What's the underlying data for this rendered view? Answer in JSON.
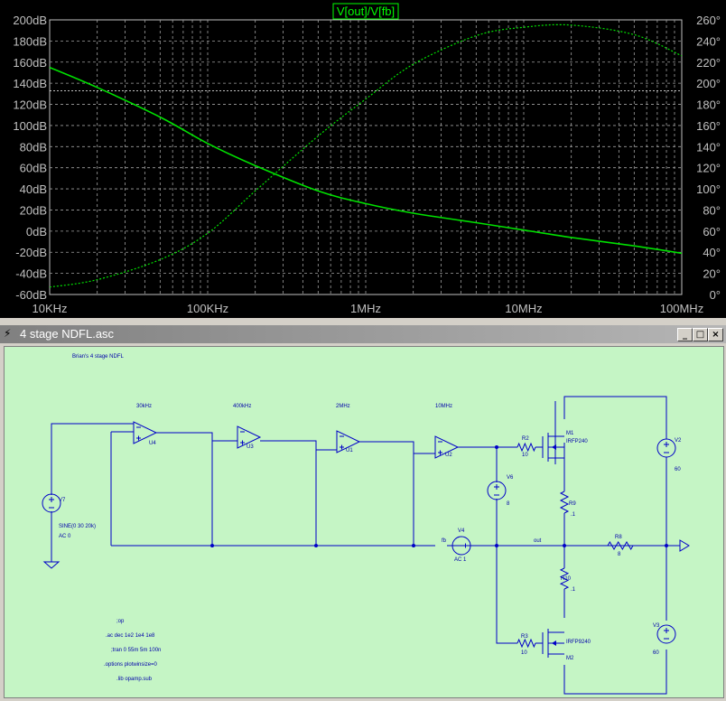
{
  "chart_data": {
    "type": "line",
    "title": "V[out]/V[fb]",
    "x_scale": "log",
    "xlim": [
      10000,
      100000000
    ],
    "x_tick_labels": [
      "10KHz",
      "100KHz",
      "1MHz",
      "10MHz",
      "100MHz"
    ],
    "ylim_left": [
      -60,
      200
    ],
    "y_left_tick_labels": [
      "200dB",
      "180dB",
      "160dB",
      "140dB",
      "120dB",
      "100dB",
      "80dB",
      "60dB",
      "40dB",
      "20dB",
      "0dB",
      "-20dB",
      "-40dB",
      "-60dB"
    ],
    "ylim_right": [
      0,
      260
    ],
    "y_right_tick_labels": [
      "260°",
      "240°",
      "220°",
      "200°",
      "180°",
      "160°",
      "140°",
      "120°",
      "100°",
      "80°",
      "60°",
      "40°",
      "20°",
      "0°"
    ],
    "grid": true,
    "cursor_level_db": 133,
    "series": [
      {
        "axis": "left",
        "style": "solid",
        "color": "#00e000",
        "x": [
          10000,
          20000,
          50000,
          100000,
          200000,
          500000,
          1000000,
          2000000,
          5000000,
          10000000,
          20000000,
          50000000,
          100000000
        ],
        "y": [
          155,
          136,
          108,
          83,
          62,
          38,
          26,
          17,
          8,
          1,
          -6,
          -14,
          -21
        ]
      },
      {
        "axis": "right",
        "style": "dashed",
        "color": "#00e000",
        "x": [
          10000,
          20000,
          50000,
          100000,
          200000,
          500000,
          1000000,
          2000000,
          5000000,
          10000000,
          20000000,
          50000000,
          100000000
        ],
        "y": [
          7,
          14,
          33,
          58,
          98,
          150,
          185,
          218,
          245,
          253,
          255,
          246,
          226
        ]
      }
    ]
  },
  "schematic_window": {
    "title": "4 stage NDFL.asc",
    "buttons": {
      "minimize": "_",
      "maximize": "□",
      "close": "×"
    },
    "heading": "Brian's 4 stage NDFL",
    "freq_labels": [
      "30kHz",
      "400kHz",
      "2MHz",
      "10MHz"
    ],
    "opamps": [
      "U4",
      "U3",
      "U1",
      "U2"
    ],
    "components": {
      "m1": "M1",
      "m1_model": "IRFP240",
      "m2": "M2",
      "m2_model": "IRFP9240",
      "r2": "R2",
      "r2_val": "10",
      "r3": "R3",
      "r3_val": "10",
      "r9": "R9",
      "r9_val": ".1",
      "r10": "R10",
      "r10_val": ".1",
      "r8": "R8",
      "r8_val": "8",
      "v2": "V2",
      "v2_val": "60",
      "v3": "V3",
      "v3_val": "60",
      "v6": "V6",
      "v6_val": "8",
      "v4": "V4",
      "v4_val": "AC 1",
      "v7": "V7",
      "v7_val1": "SINE(0 30 20k)",
      "v7_val2": "AC 0"
    },
    "net_labels": {
      "fb": "fb",
      "out": "out"
    },
    "directives": [
      ";op",
      ".ac dec 1e2 1e4 1e8",
      ";tran 0 55m 5m 100n",
      ".options plotwinsize=0",
      ".lib opamp.sub"
    ]
  }
}
